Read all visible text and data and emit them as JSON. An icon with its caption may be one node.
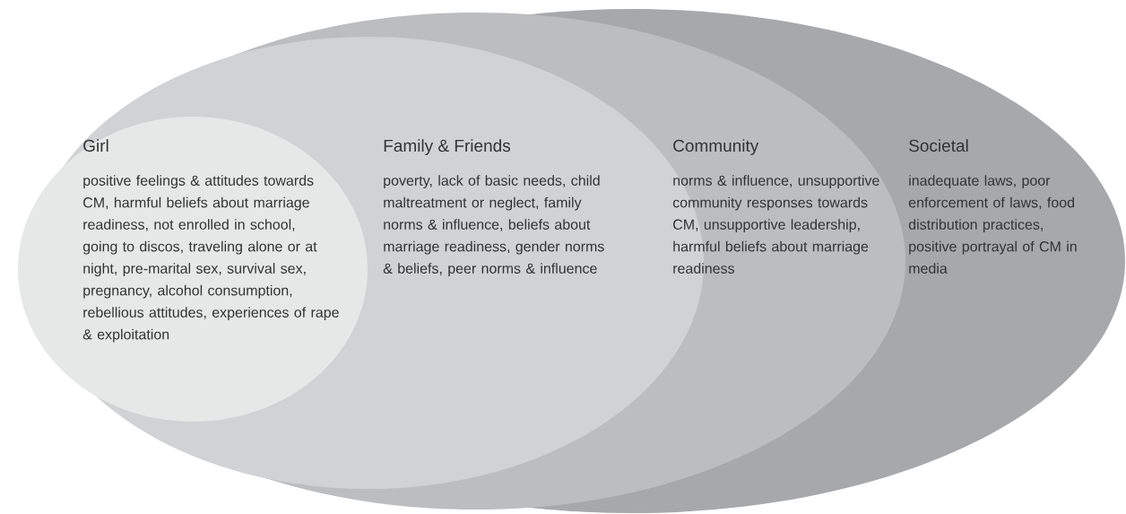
{
  "diagram": {
    "nodes": [
      {
        "text": [
          "Girl",
          "positive feelings & attitudes towards CM, harmful beliefs about marriage readiness, not enrolled in school, going to discos, traveling alone or at night, pre-marital sex, survival sex, pregnancy, alcohol consumption, rebellious attitudes, experiences of rape & exploitation"
        ],
        "in": 1
      },
      {
        "text": [
          "Family & Friends",
          "poverty, lack of basic needs, child maltreatment or neglect, family norms & influence, beliefs about marriage readiness, gender norms & beliefs, peer norms & influence"
        ],
        "in": 2
      },
      {
        "text": [
          "Community",
          "norms & influence, unsupportive community responses towards CM, unsupportive leadership, harmful beliefs about marriage readiness"
        ],
        "in": 3
      },
      {
        "text": [
          "Societal",
          "inadequate laws, poor enforcement of laws, food distribution practices, positive portrayal of CM in media"
        ]
      }
    ]
  }
}
